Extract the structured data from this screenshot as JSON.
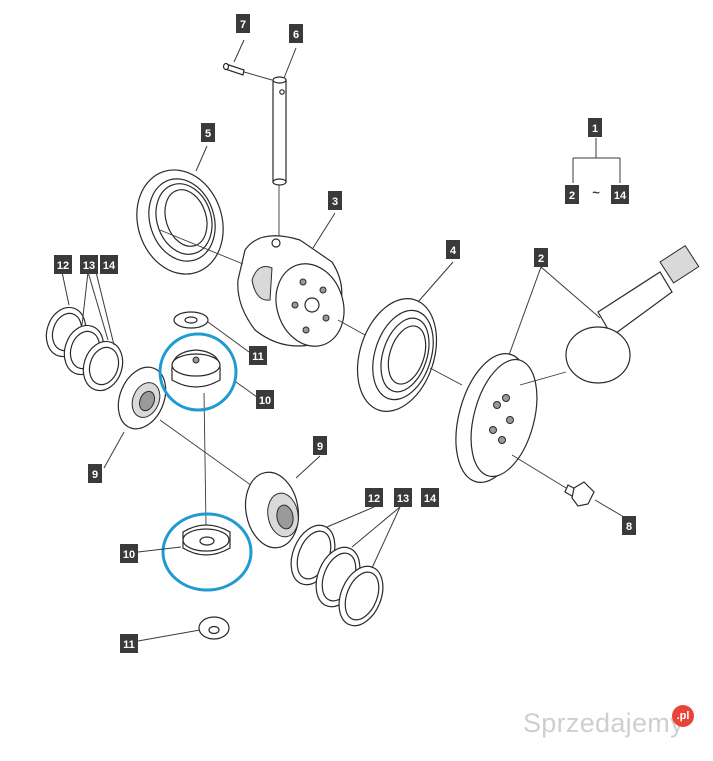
{
  "diagram": {
    "callouts": [
      {
        "id": "c7",
        "label": "7"
      },
      {
        "id": "c6",
        "label": "6"
      },
      {
        "id": "c5",
        "label": "5"
      },
      {
        "id": "c3",
        "label": "3"
      },
      {
        "id": "c4",
        "label": "4"
      },
      {
        "id": "c2",
        "label": "2"
      },
      {
        "id": "c1",
        "label": "1"
      },
      {
        "id": "c1a",
        "label": "2"
      },
      {
        "id": "c1b",
        "label": "14"
      },
      {
        "id": "c12a",
        "label": "12"
      },
      {
        "id": "c13a",
        "label": "13"
      },
      {
        "id": "c14a",
        "label": "14"
      },
      {
        "id": "c11a",
        "label": "11"
      },
      {
        "id": "c10a",
        "label": "10"
      },
      {
        "id": "c9a",
        "label": "9"
      },
      {
        "id": "c9b",
        "label": "9"
      },
      {
        "id": "c12b",
        "label": "12"
      },
      {
        "id": "c13b",
        "label": "13"
      },
      {
        "id": "c14b",
        "label": "14"
      },
      {
        "id": "c8",
        "label": "8"
      },
      {
        "id": "c10b",
        "label": "10"
      },
      {
        "id": "c11b",
        "label": "11"
      }
    ],
    "range_separator": "~",
    "highlight_color": "#1f9bd1"
  },
  "watermark": {
    "text": "Sprzedajemy",
    "badge": ".pl",
    "badge_color": "#e8443a"
  }
}
